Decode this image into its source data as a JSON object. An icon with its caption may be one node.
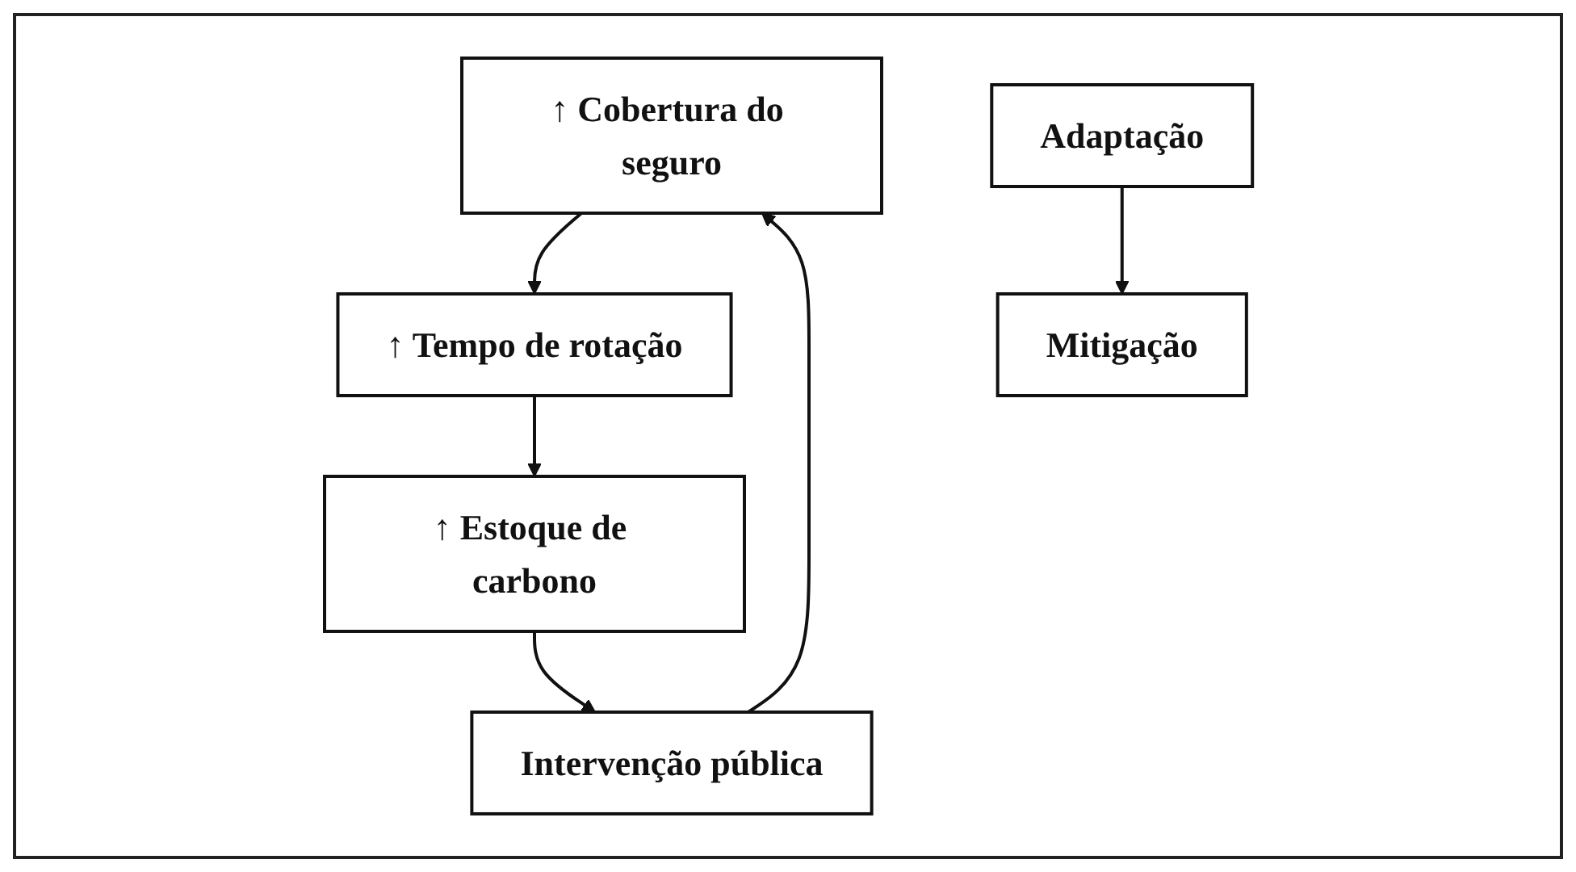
{
  "diagram": {
    "nodes": [
      {
        "text": [
          "↑ Cobertura do seguro"
        ]
      },
      {
        "text": [
          "↑ Tempo de rotação"
        ]
      },
      {
        "text": [
          "↑ Estoque de carbono"
        ]
      },
      {
        "text": [
          "Intervenção pública"
        ]
      },
      {
        "text": [
          "Adaptação"
        ]
      },
      {
        "text": [
          "Mitigação"
        ]
      }
    ],
    "edges": [
      {
        "from": 0,
        "to": 1,
        "arrow": "to"
      },
      {
        "from": 1,
        "to": 2,
        "arrow": "to"
      },
      {
        "from": 2,
        "to": 3,
        "arrow": "to"
      },
      {
        "from": 3,
        "to": 0,
        "arrow": "to"
      },
      {
        "from": 4,
        "to": 5,
        "arrow": "to"
      }
    ]
  }
}
